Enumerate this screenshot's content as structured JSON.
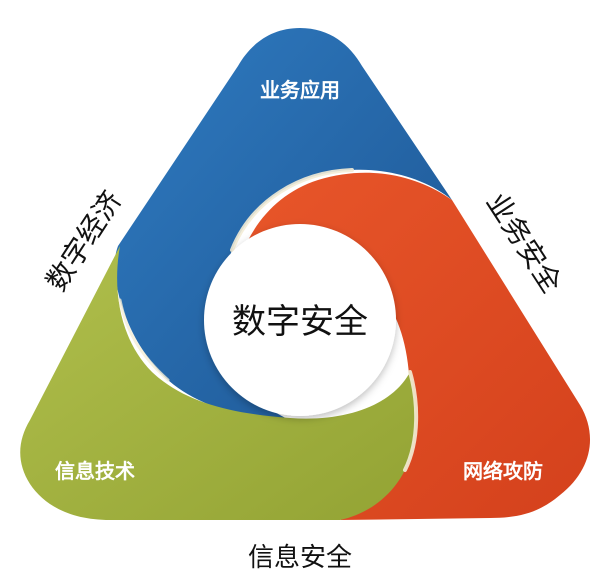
{
  "center": {
    "label": "数字安全"
  },
  "segments": [
    {
      "label": "业务应用",
      "color": "#2466a8"
    },
    {
      "label": "网络攻防",
      "color": "#e04b22"
    },
    {
      "label": "信息技术",
      "color": "#a0b040"
    }
  ],
  "edges": {
    "left": "数字经济",
    "right": "业务安全",
    "bottom": "信息安全"
  }
}
